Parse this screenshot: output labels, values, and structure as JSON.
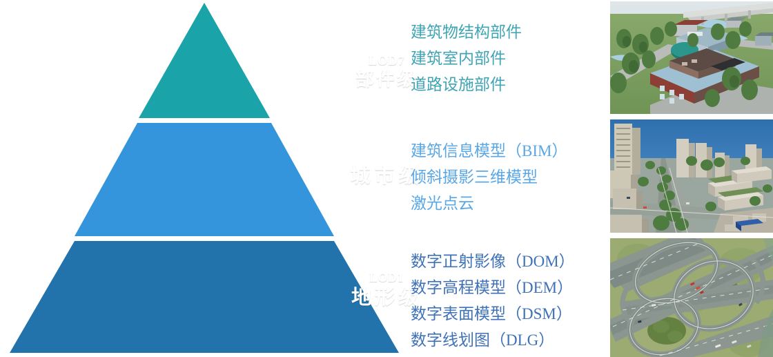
{
  "colors": {
    "tier_top": "#1AA3A8",
    "tier_mid": "#3494DC",
    "tier_bottom": "#2272AC",
    "text_top": "#3FA5B5",
    "text_mid": "#5AA7E6",
    "text_bottom": "#3F72B8",
    "background": "#FFFFFF"
  },
  "pyramid": {
    "tiers": [
      {
        "id": "lod7",
        "code": "LOD7",
        "name": "部件级",
        "color": "#1AA3A8"
      },
      {
        "id": "city",
        "code": "",
        "name": "城市级",
        "color": "#3494DC"
      },
      {
        "id": "lod1",
        "code": "LOD1",
        "name": "地形级",
        "color": "#2272AC"
      }
    ]
  },
  "descriptions": [
    {
      "id": "component-level",
      "lines": [
        "建筑物结构部件",
        "建筑室内部件",
        "道路设施部件"
      ]
    },
    {
      "id": "city-level",
      "lines": [
        "建筑信息模型（BIM）",
        "倾斜摄影三维模型",
        "激光点云"
      ]
    },
    {
      "id": "terrain-level",
      "lines": [
        "数字正射影像（DOM）",
        "数字高程模型（DEM）",
        "数字表面模型（DSM）",
        "数字线划图（DLG）"
      ]
    }
  ],
  "thumbnails": [
    {
      "id": "thumb-building-model",
      "alt": "建筑三维模型效果图"
    },
    {
      "id": "thumb-city-oblique",
      "alt": "城市倾斜摄影三维模型"
    },
    {
      "id": "thumb-interchange-ortho",
      "alt": "立交桥正射影像"
    }
  ]
}
